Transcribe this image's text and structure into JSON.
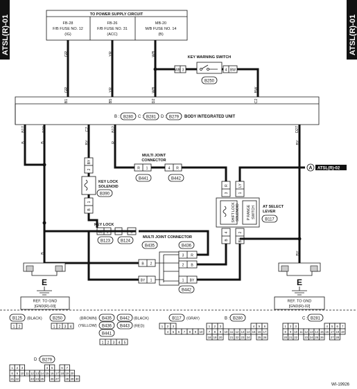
{
  "side_tab": "ATSL(R)-01",
  "power": {
    "title": "TO POWER SUPPLY CIRCUIT",
    "fuses": [
      {
        "line1": "FB-28",
        "line2": "F/B FUSE NO. 12",
        "line3": "(IG)"
      },
      {
        "line1": "FB-26",
        "line2": "F/B FUSE NO. 31",
        "line3": "(ACC)"
      },
      {
        "line1": "MB-20",
        "line2": "M/B FUSE NO. 14",
        "line3": "(B)"
      }
    ]
  },
  "key_warning": {
    "title": "KEY WARNING SWITCH",
    "left_color": "WB",
    "left_pin": "3",
    "right_pin": "4",
    "right_color": "BW",
    "connector": "B250"
  },
  "wire_colors": {
    "gr": "GR",
    "yr": "YR",
    "wb": "WB",
    "bw": "BW",
    "b": "B",
    "by": "BY",
    "r": "R",
    "ly": "LY",
    "bl": "BL"
  },
  "biu_pins": {
    "b1": "B1",
    "b17": "B17",
    "b20": "B20",
    "b5": "B5",
    "b12": "B12",
    "d2": "D2",
    "c2": "C2",
    "c7": "C7",
    "d27": "D27"
  },
  "biu": {
    "prefix_b": "B :",
    "conn_b": "B280",
    "prefix_c": "C :",
    "conn_c": "B281",
    "prefix_d": "D :",
    "conn_d": "B279",
    "title": "BODY INTEGRATED UNIT"
  },
  "multi_joint_top": {
    "title_line1": "MULTI JOINT",
    "title_line2": "CONNECTOR",
    "pin_left": "1",
    "pin_right": "4",
    "conn_left": "B441",
    "conn_right": "B442"
  },
  "arrow_ref": {
    "label": "A",
    "text": "ATSL(R)-02"
  },
  "key_lock_solenoid": {
    "line1": "KEY LOCK",
    "line2": "SOLENOID",
    "conn": "B390",
    "pin_top": "2",
    "pin_bottom": "1"
  },
  "shift_lock": {
    "line1": "SHIFT LOCK",
    "line2": "SOLENOID",
    "p_range": "P RANGE",
    "switch": "SWITCH",
    "pins_top": [
      "3",
      "1"
    ],
    "pins_bottom": [
      "4",
      "2"
    ]
  },
  "at_select": {
    "line1": "AT SELECT",
    "line2": "LEVER",
    "conn": "B117"
  },
  "key_lock": {
    "title": "KEY LOCK",
    "pin_left": "1",
    "pin_right": "B",
    "conn_left": "B123",
    "conn_right": "B124"
  },
  "multi_joint_bottom": {
    "title": "MULTI JOINT CONNECTOR",
    "conn_left": "B435",
    "conn_right": "B436",
    "left_pins": [
      "2",
      "1"
    ],
    "right_pins": [
      "3",
      "2",
      "1"
    ],
    "bottom_conn": "B442"
  },
  "grounds": [
    {
      "letter": "E",
      "ref1": "REF. TO GND",
      "ref2": "[GND(R)-03]"
    },
    {
      "letter": "E",
      "ref1": "REF. TO GND",
      "ref2": "[GND(R)-02]"
    }
  ],
  "legend": {
    "row1": [
      {
        "conn": "B125",
        "color": "(BLACK)",
        "pins": [
          "1",
          "2"
        ]
      },
      {
        "conn": "B250",
        "color": "",
        "pins": [
          "1",
          "2",
          "3",
          "4"
        ]
      }
    ],
    "group1": [
      {
        "prefix": "(BROWN)",
        "conn": "B435"
      },
      {
        "prefix": "(YELLOW)",
        "conn": "B436"
      },
      {
        "prefix": "",
        "conn": "B441"
      }
    ],
    "group2": [
      {
        "conn": "B442",
        "suffix": "(BLACK)"
      },
      {
        "conn": "B443",
        "suffix": "(RED)"
      }
    ],
    "group_pins": [
      "1",
      "2",
      "3",
      "4",
      "5"
    ],
    "b117": {
      "conn": "B117",
      "color": "(GRAY)"
    },
    "b280": {
      "prefix": "B :",
      "conn": "B280"
    },
    "b281": {
      "prefix": "C :",
      "conn": "B281"
    },
    "b279": {
      "prefix": "D :",
      "conn": "B279"
    }
  },
  "figure_id": "WI-19926"
}
